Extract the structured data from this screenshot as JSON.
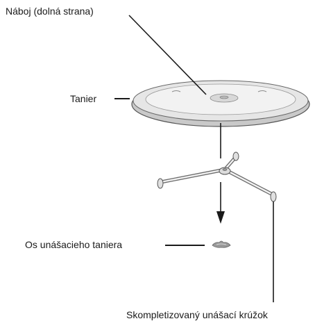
{
  "labels": {
    "hub": "Náboj (dolná strana)",
    "plate": "Tanier",
    "shaft": "Os unášacieho taniera",
    "roller_ring": "Skompletizovaný unášací krúžok"
  },
  "colors": {
    "line": "#1a1a1a",
    "plate_fill": "#e4e4e4",
    "plate_rim": "#bdbdbd",
    "part_fill": "#eeeeee",
    "part_shadow": "#8c8c8c"
  }
}
